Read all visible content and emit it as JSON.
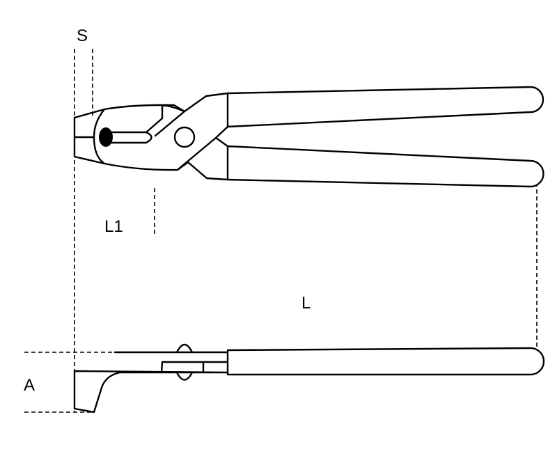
{
  "labels": {
    "S": "S",
    "L1": "L1",
    "L": "L",
    "A": "A"
  }
}
